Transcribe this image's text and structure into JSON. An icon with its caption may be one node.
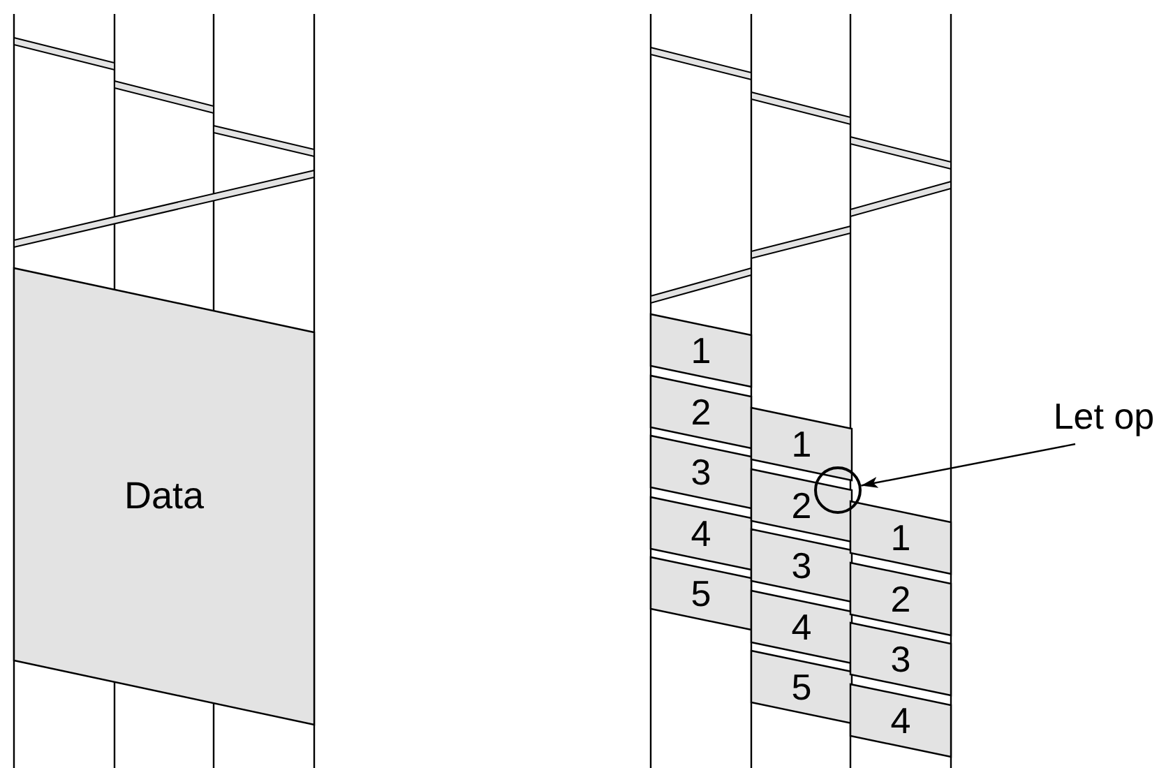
{
  "diagram": {
    "nodes": [
      {
        "text": [
          "Data"
        ]
      },
      {
        "text": [
          "1"
        ]
      },
      {
        "text": [
          "2"
        ]
      },
      {
        "text": [
          "3"
        ]
      },
      {
        "text": [
          "4"
        ]
      },
      {
        "text": [
          "5"
        ]
      },
      {
        "text": [
          "1"
        ]
      },
      {
        "text": [
          "2"
        ]
      },
      {
        "text": [
          "3"
        ]
      },
      {
        "text": [
          "4"
        ]
      },
      {
        "text": [
          "5"
        ]
      },
      {
        "text": [
          "1"
        ]
      },
      {
        "text": [
          "2"
        ]
      },
      {
        "text": [
          "3"
        ]
      },
      {
        "text": [
          "4"
        ]
      },
      {
        "text": [
          "Let op"
        ]
      },
      {
        "text": [],
        "shape": "circle"
      }
    ],
    "edges": [
      {
        "from": 15,
        "to": 16,
        "arrow": "to"
      }
    ]
  }
}
